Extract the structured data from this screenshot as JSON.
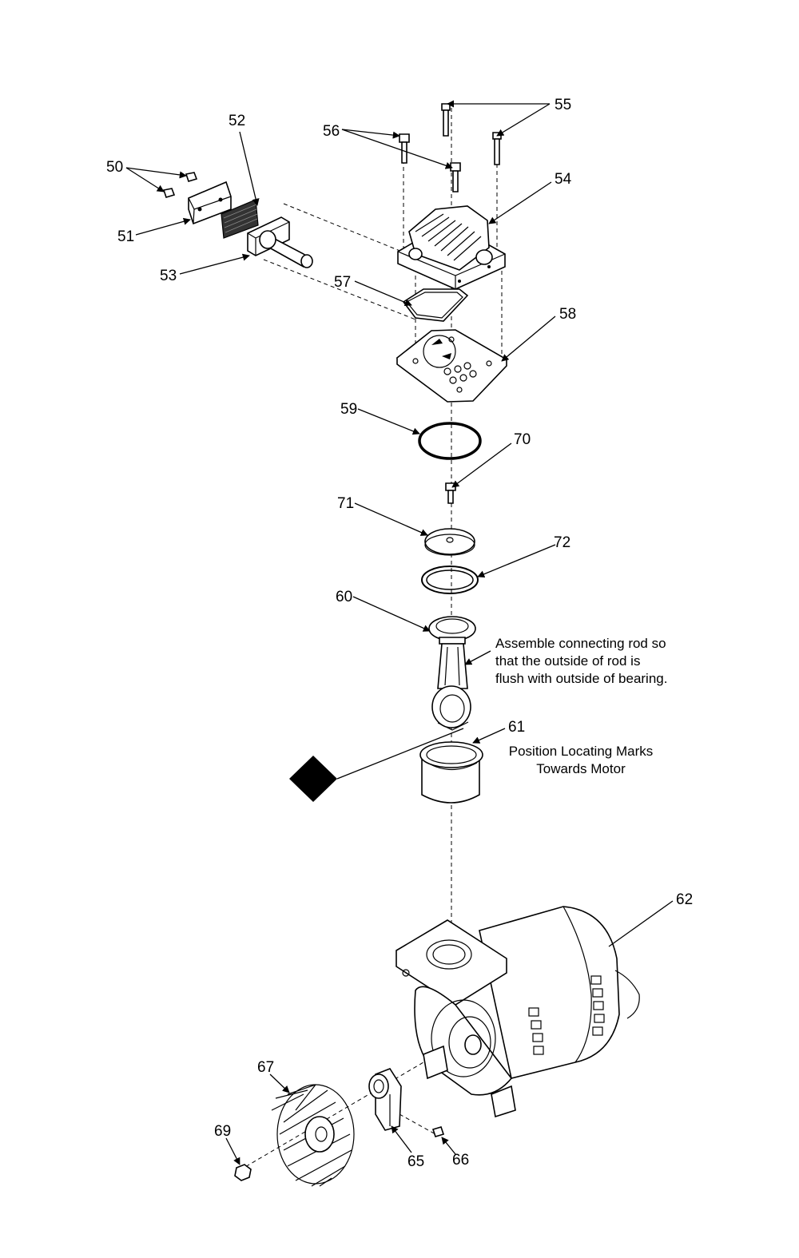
{
  "callouts": {
    "p50": "50",
    "p51": "51",
    "p52": "52",
    "p53": "53",
    "p54": "54",
    "p55": "55",
    "p56": "56",
    "p57": "57",
    "p58": "58",
    "p59": "59",
    "p60": "60",
    "p61": "61",
    "p62": "62",
    "p65": "65",
    "p66": "66",
    "p67": "67",
    "p69": "69",
    "p70": "70",
    "p71": "71",
    "p72": "72"
  },
  "notes": {
    "connecting_rod": [
      "Assemble connecting rod so",
      "that the outside of rod is",
      "flush with outside of bearing."
    ],
    "locating_marks": [
      "Position Locating Marks",
      "Towards Motor"
    ]
  }
}
